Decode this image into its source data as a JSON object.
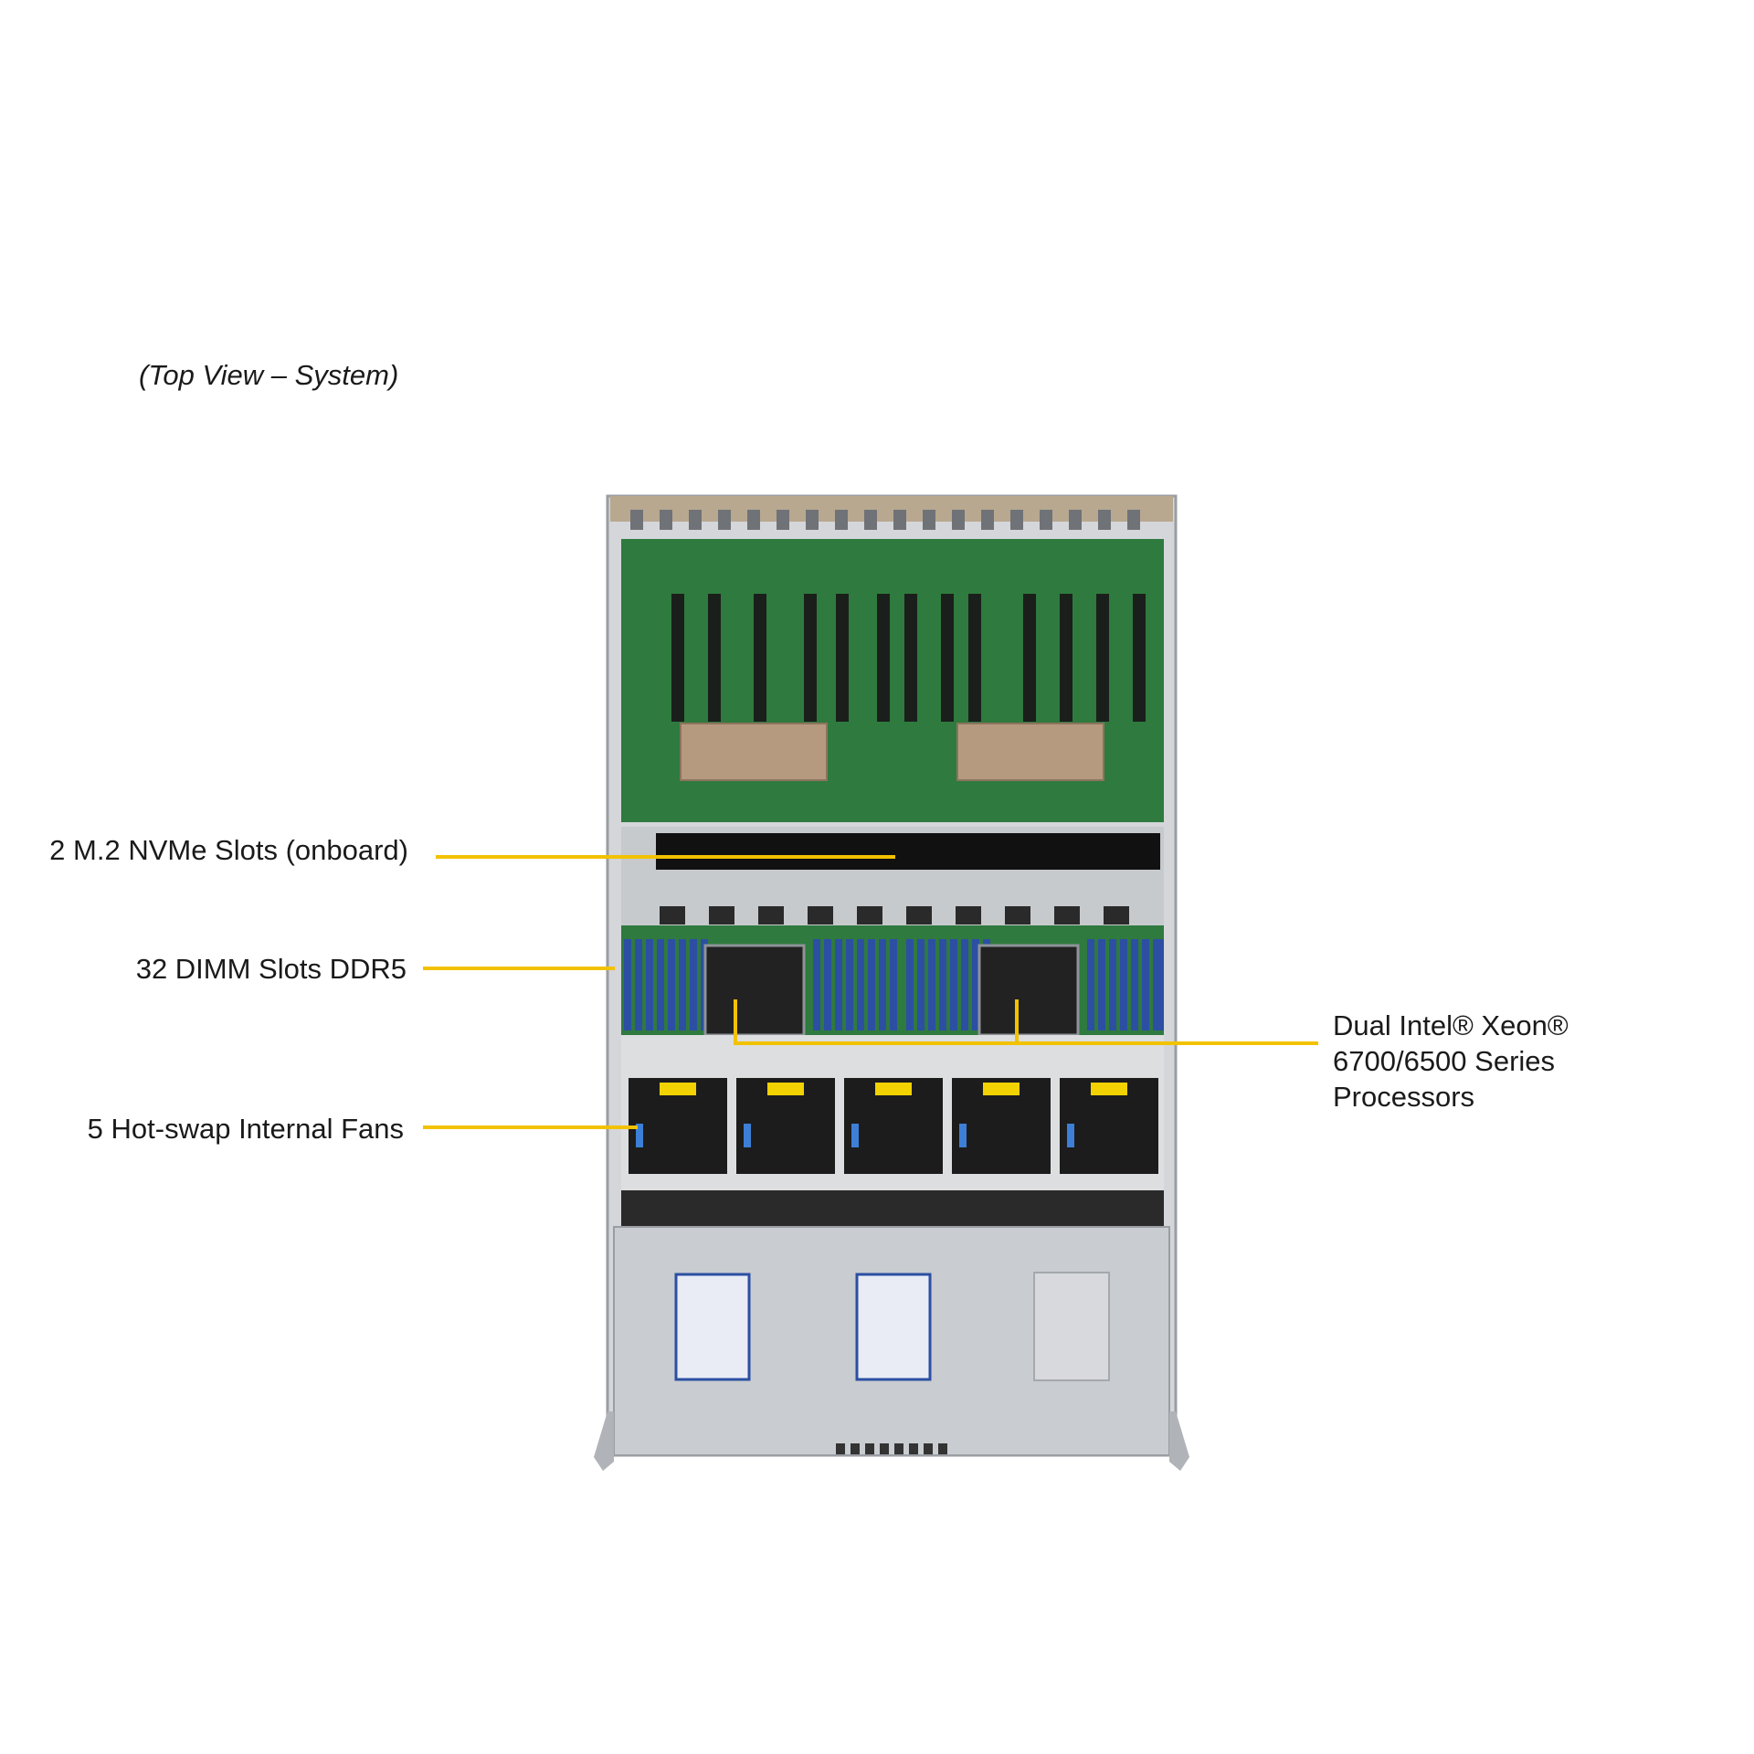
{
  "title": "(Top View – System)",
  "callouts": {
    "nvme": "2 M.2 NVMe Slots (onboard)",
    "dimm": "32 DIMM Slots DDR5",
    "fans": "5 Hot-swap Internal Fans",
    "cpu_line1": "Dual Intel® Xeon®",
    "cpu_line2": "6700/6500 Series",
    "cpu_line3": "Processors"
  },
  "colors": {
    "callout": "#f2c200",
    "pcb": "#2f7a3e",
    "dimm": "#2c4fa3",
    "chassis": "#c9ccd0",
    "fan": "#1c1c1c"
  }
}
